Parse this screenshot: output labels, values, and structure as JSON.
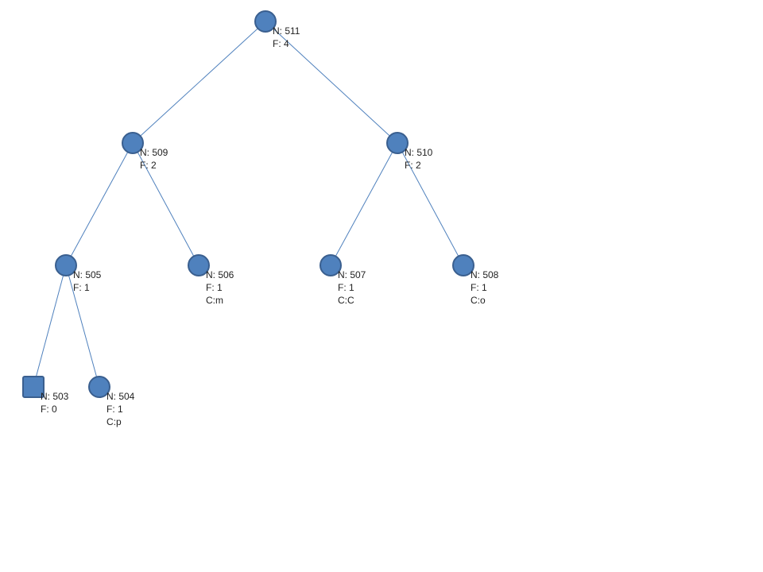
{
  "colors": {
    "node_fill": "#4f81bd",
    "node_border": "#3a5f8f",
    "edge": "#4f81bd",
    "text": "#222222"
  },
  "tree": {
    "nodes": [
      {
        "id": "511",
        "shape": "circle",
        "lines": [
          "N: 511",
          "F: 4"
        ]
      },
      {
        "id": "509",
        "shape": "circle",
        "lines": [
          "N: 509",
          "F: 2"
        ]
      },
      {
        "id": "510",
        "shape": "circle",
        "lines": [
          "N: 510",
          "F: 2"
        ]
      },
      {
        "id": "505",
        "shape": "circle",
        "lines": [
          "N: 505",
          "F: 1"
        ]
      },
      {
        "id": "506",
        "shape": "circle",
        "lines": [
          "N: 506",
          "F: 1",
          "C:m"
        ]
      },
      {
        "id": "507",
        "shape": "circle",
        "lines": [
          "N: 507",
          "F: 1",
          "C:C"
        ]
      },
      {
        "id": "508",
        "shape": "circle",
        "lines": [
          "N: 508",
          "F: 1",
          "C:o"
        ]
      },
      {
        "id": "503",
        "shape": "square",
        "lines": [
          "N: 503",
          "F: 0"
        ]
      },
      {
        "id": "504",
        "shape": "circle",
        "lines": [
          "N: 504",
          "F: 1",
          "C:p"
        ]
      }
    ],
    "edges": [
      [
        "511",
        "509"
      ],
      [
        "511",
        "510"
      ],
      [
        "509",
        "505"
      ],
      [
        "509",
        "506"
      ],
      [
        "510",
        "507"
      ],
      [
        "510",
        "508"
      ],
      [
        "505",
        "503"
      ],
      [
        "505",
        "504"
      ]
    ]
  }
}
